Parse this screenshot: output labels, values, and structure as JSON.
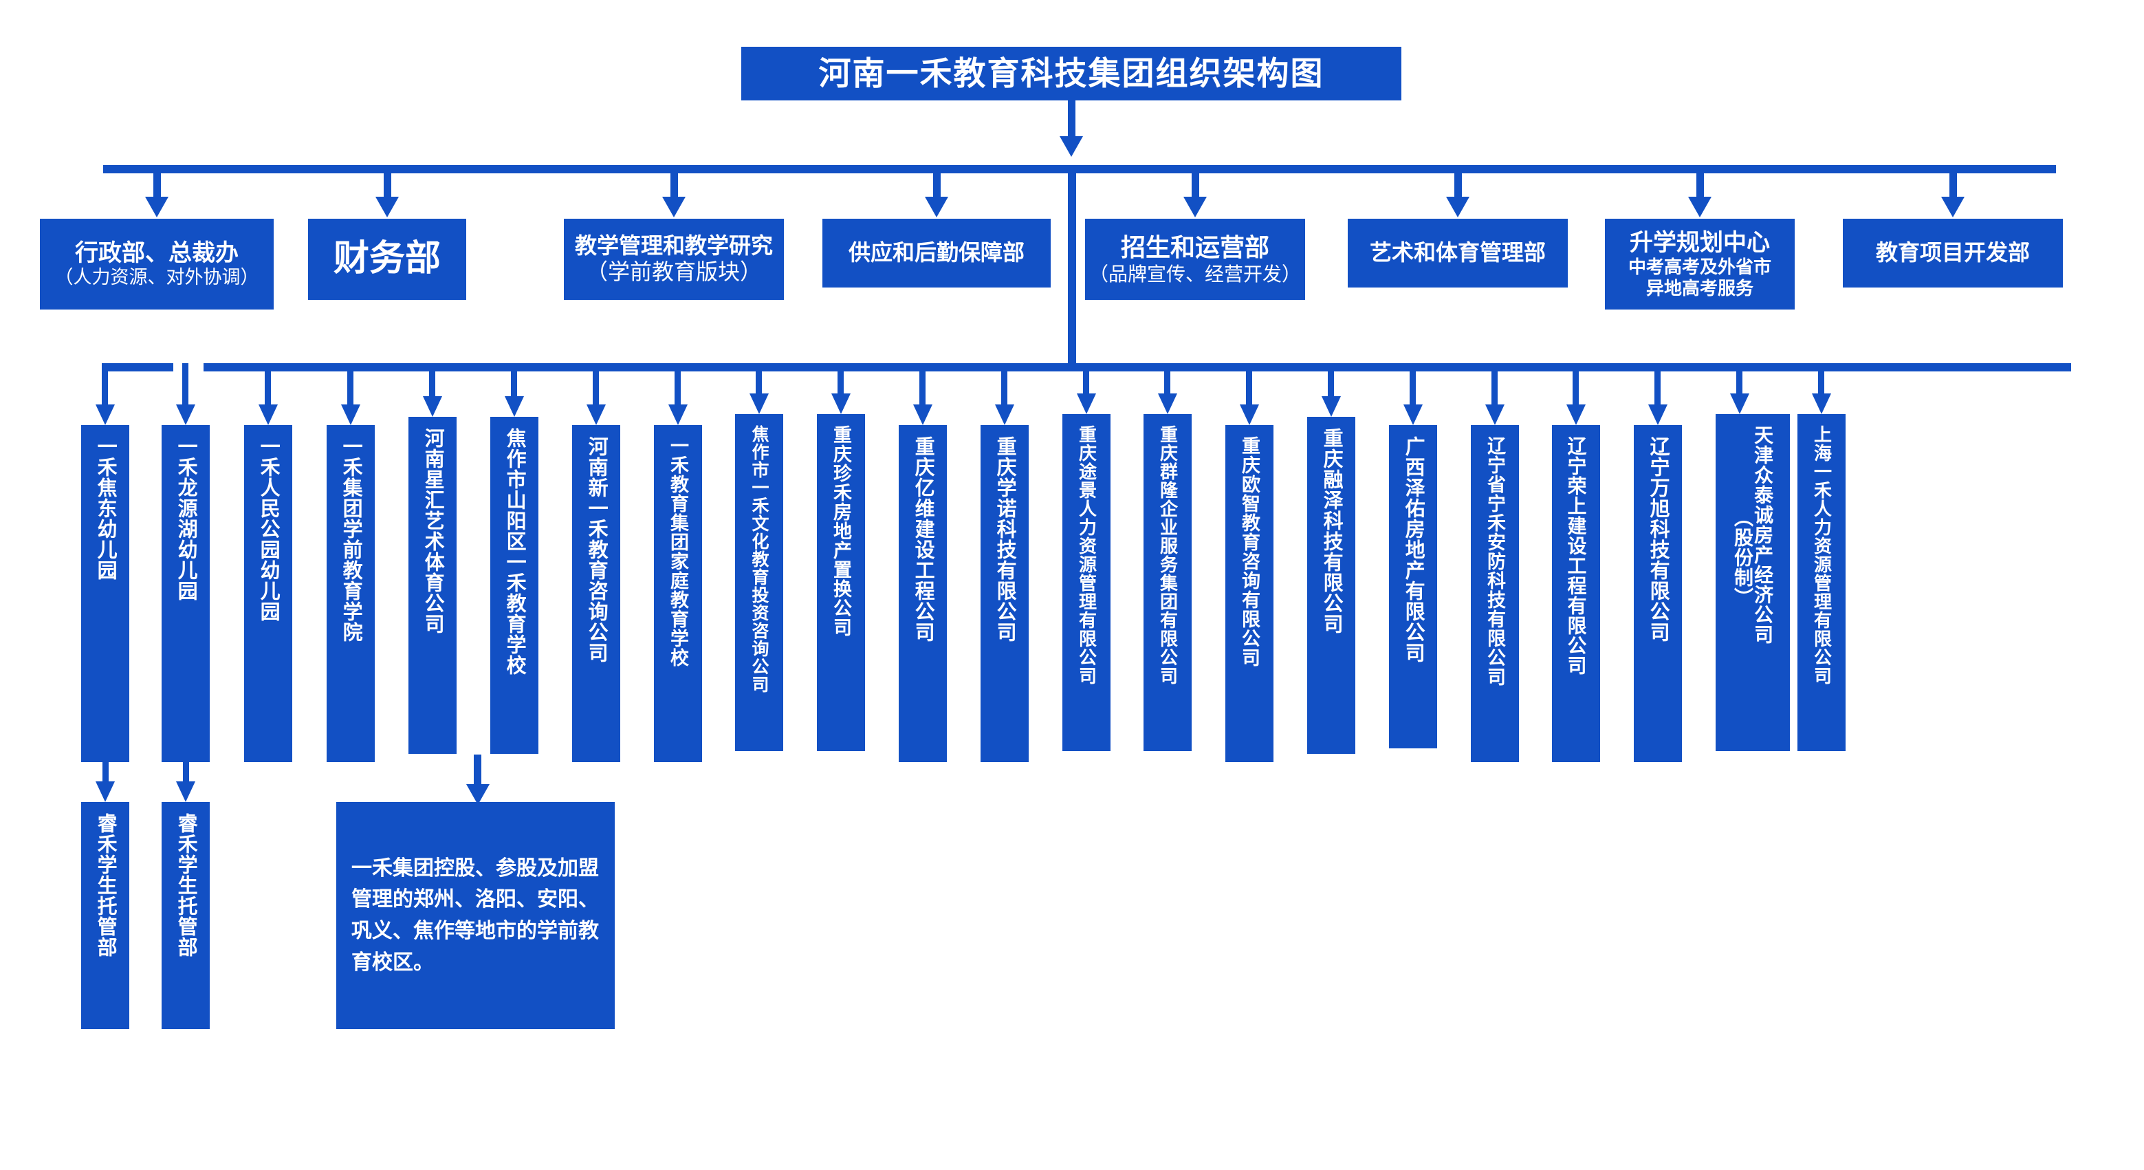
{
  "title": "河南一禾教育科技集团组织架构图",
  "theme": {
    "brand_blue": "#1250c4",
    "text_on_brand": "#ffffff",
    "background": "#ffffff"
  },
  "departments": [
    {
      "line1": "行政部、总裁办",
      "line2": "（人力资源、对外协调）"
    },
    {
      "line1": "财务部",
      "line2": ""
    },
    {
      "line1": "教学管理和教学研究",
      "line2": "（学前教育版块）"
    },
    {
      "line1": "供应和后勤保障部",
      "line2": ""
    },
    {
      "line1": "招生和运营部",
      "line2": "（品牌宣传、经营开发）"
    },
    {
      "line1": "艺术和体育管理部",
      "line2": ""
    },
    {
      "line1": "升学规划中心",
      "line2": "中考高考及外省市\n异地高考服务"
    },
    {
      "line1": "教育项目开发部",
      "line2": ""
    }
  ],
  "subsidiaries": [
    {
      "name": "一禾焦东幼儿园"
    },
    {
      "name": "一禾龙源湖幼儿园"
    },
    {
      "name": "一禾人民公园幼儿园"
    },
    {
      "name": "一禾集团学前教育学院"
    },
    {
      "name": "河南星汇艺术体育公司"
    },
    {
      "name": "焦作市山阳区一禾教育学校"
    },
    {
      "name": "河南新一禾教育咨询公司"
    },
    {
      "name": "一禾教育集团家庭教育学校"
    },
    {
      "name": "焦作市一禾文化教育投资咨询公司"
    },
    {
      "name": "重庆珍禾房地产置换公司"
    },
    {
      "name": "重庆亿维建设工程公司"
    },
    {
      "name": "重庆学诺科技有限公司"
    },
    {
      "name": "重庆途景人力资源管理有限公司"
    },
    {
      "name": "重庆群隆企业服务集团有限公司"
    },
    {
      "name": "重庆欧智教育咨询有限公司"
    },
    {
      "name": "重庆融泽科技有限公司"
    },
    {
      "name": "广西泽佑房地产有限公司"
    },
    {
      "name": "辽宁省宁禾安防科技有限公司"
    },
    {
      "name": "辽宁荣上建设工程有限公司"
    },
    {
      "name": "辽宁万旭科技有限公司"
    },
    {
      "name": "天津众泰诚房产经济公司",
      "name2": "（股份制）"
    },
    {
      "name": "上海一禾人力资源管理有限公司"
    }
  ],
  "children": [
    {
      "name": "睿禾学生托管部"
    },
    {
      "name": "睿禾学生托管部"
    }
  ],
  "note": "一禾集团控股、参股及加盟管理的郑州、洛阳、安阳、巩义、焦作等地市的学前教育校区。"
}
